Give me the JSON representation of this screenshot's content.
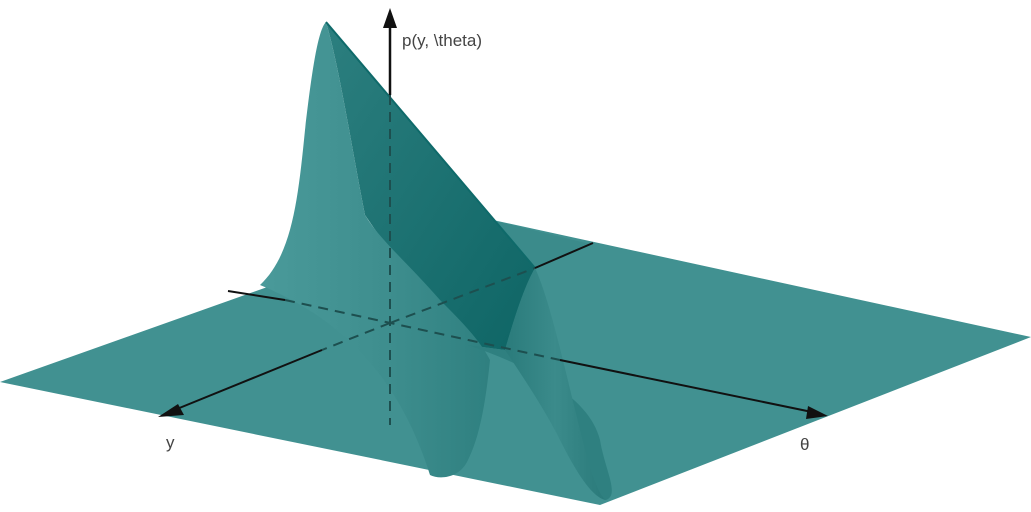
{
  "labels": {
    "vertical_axis": "p(y, \\theta)",
    "y_axis": "y",
    "theta_axis": "θ"
  },
  "colors": {
    "surface_light": "#449494",
    "surface_mid": "#3c8a8a",
    "surface_dark": "#1a7070",
    "surface_darker": "#0f6767",
    "axis": "#111111",
    "axis_hidden": "#1d4f4f",
    "label": "#444444"
  }
}
